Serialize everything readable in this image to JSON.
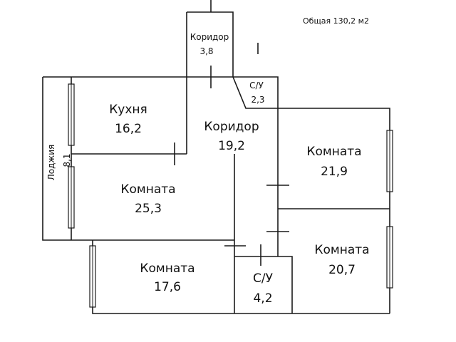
{
  "total_area": "Общая 130,2 м2",
  "rooms": {
    "corridor_top": {
      "name": "Коридор",
      "area": "3,8"
    },
    "wc_top": {
      "name": "С/У",
      "area": "2,3"
    },
    "kitchen": {
      "name": "Кухня",
      "area": "16,2"
    },
    "corridor_main": {
      "name": "Коридор",
      "area": "19,2"
    },
    "room_right_top": {
      "name": "Комната",
      "area": "21,9"
    },
    "loggia": {
      "name": "Лоджия",
      "area": "8,1"
    },
    "room_left": {
      "name": "Комната",
      "area": "25,3"
    },
    "room_bottom_left": {
      "name": "Комната",
      "area": "17,6"
    },
    "wc_bottom": {
      "name": "С/У",
      "area": "4,2"
    },
    "room_right_bottom": {
      "name": "Комната",
      "area": "20,7"
    }
  }
}
